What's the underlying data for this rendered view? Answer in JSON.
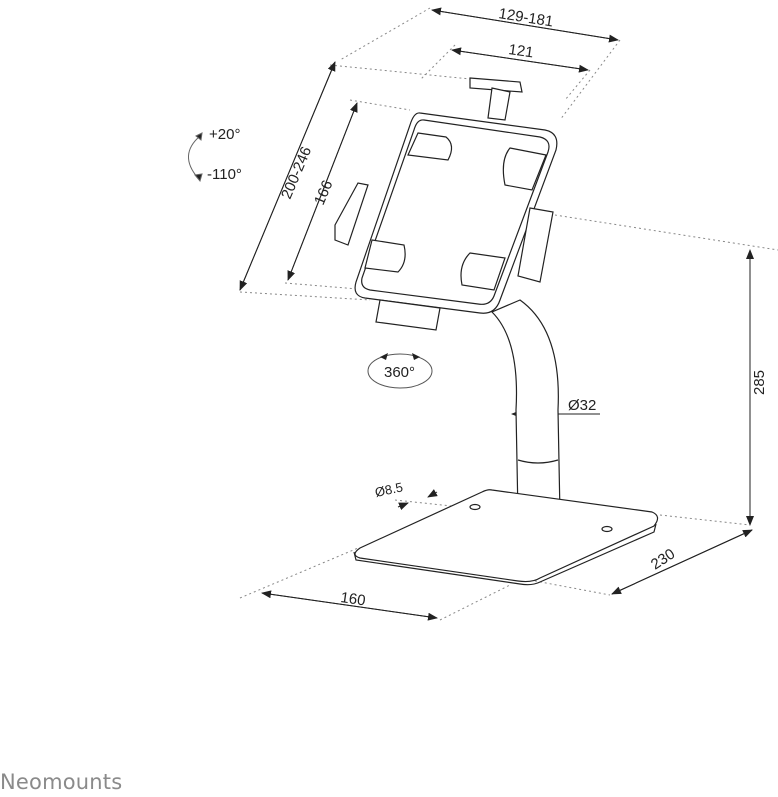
{
  "diagram": {
    "subject": "Tablet floor/desk stand with curved pole and rectangular base",
    "dimensions": {
      "holder_width_range": "129-181",
      "holder_width_inner": "121",
      "holder_height_range": "200-246",
      "holder_height_inner": "166",
      "tilt_up": "+20°",
      "tilt_down": "-110°",
      "rotation": "360°",
      "pole_diameter": "Ø32",
      "hole_diameter": "Ø8.5",
      "total_height": "285",
      "base_width": "160",
      "base_depth": "230"
    }
  },
  "brand": {
    "name": "Neomounts"
  },
  "colors": {
    "line": "#222222",
    "dotted": "#888888",
    "brand": "#8a8a8a"
  }
}
